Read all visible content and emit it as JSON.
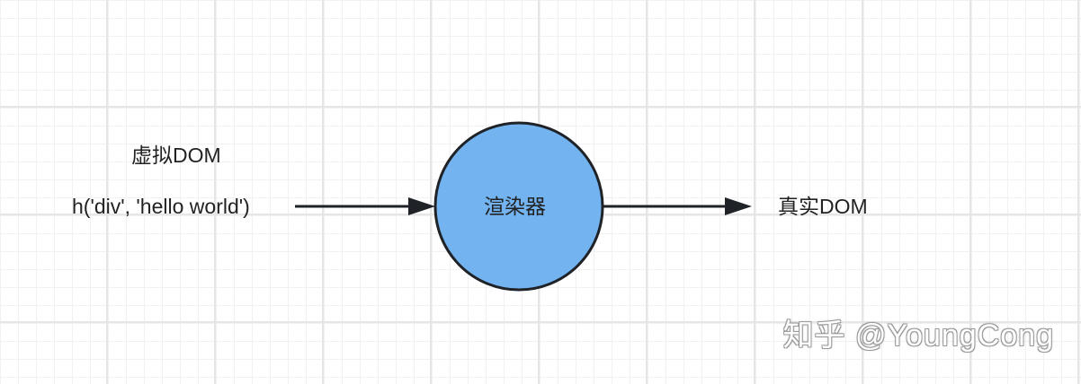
{
  "diagram": {
    "input": {
      "title": "虚拟DOM",
      "code": "h('div', 'hello world')"
    },
    "renderer": {
      "label": "渲染器",
      "fill_color": "#72b3f0",
      "stroke_color": "#1f2328"
    },
    "output": {
      "label": "真实DOM"
    },
    "arrow_color": "#1f2328"
  },
  "watermark": {
    "text": "知乎 @YoungCong"
  }
}
